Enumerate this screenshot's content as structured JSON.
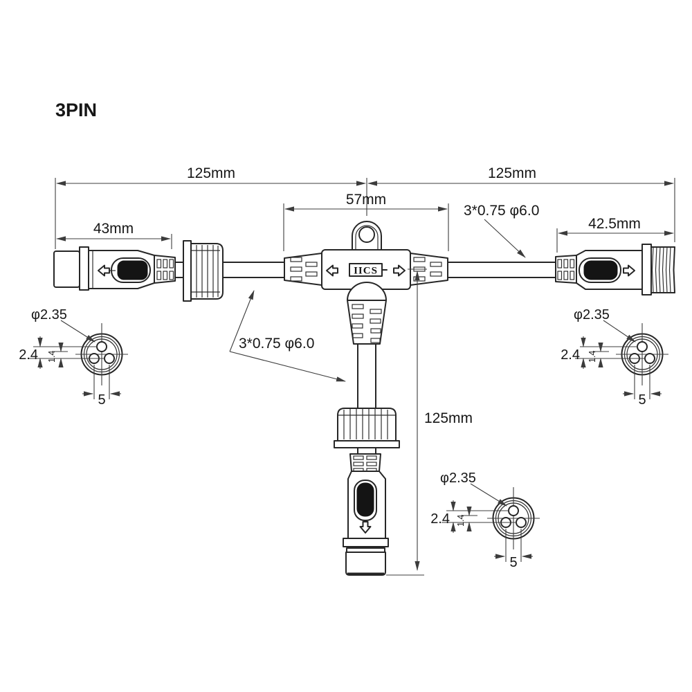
{
  "title": "3PIN",
  "colors": {
    "line": "#262626",
    "dimension": "#3c3c3c",
    "text": "#161616",
    "grip_pad": "#141414",
    "background": "#ffffff"
  },
  "labels": {
    "dim_top_left": "125mm",
    "dim_top_right": "125mm",
    "dim_body_width": "57mm",
    "dim_left_connector": "43mm",
    "dim_right_connector": "42.5mm",
    "dim_drop": "125mm",
    "cable_spec_left": "3*0.75 φ6.0",
    "cable_spec_right": "3*0.75 φ6.0",
    "body_brand": "IICS"
  },
  "pin_details": [
    {
      "position": "left",
      "pin_diameter": "φ2.35",
      "row_spacing": "2.4",
      "inner_spacing": "1.4",
      "pin_spacing": "5"
    },
    {
      "position": "right",
      "pin_diameter": "φ2.35",
      "row_spacing": "2.4",
      "inner_spacing": "1.4",
      "pin_spacing": "5"
    },
    {
      "position": "bottom",
      "pin_diameter": "φ2.35",
      "row_spacing": "2.4",
      "inner_spacing": "1.4",
      "pin_spacing": "5"
    }
  ]
}
